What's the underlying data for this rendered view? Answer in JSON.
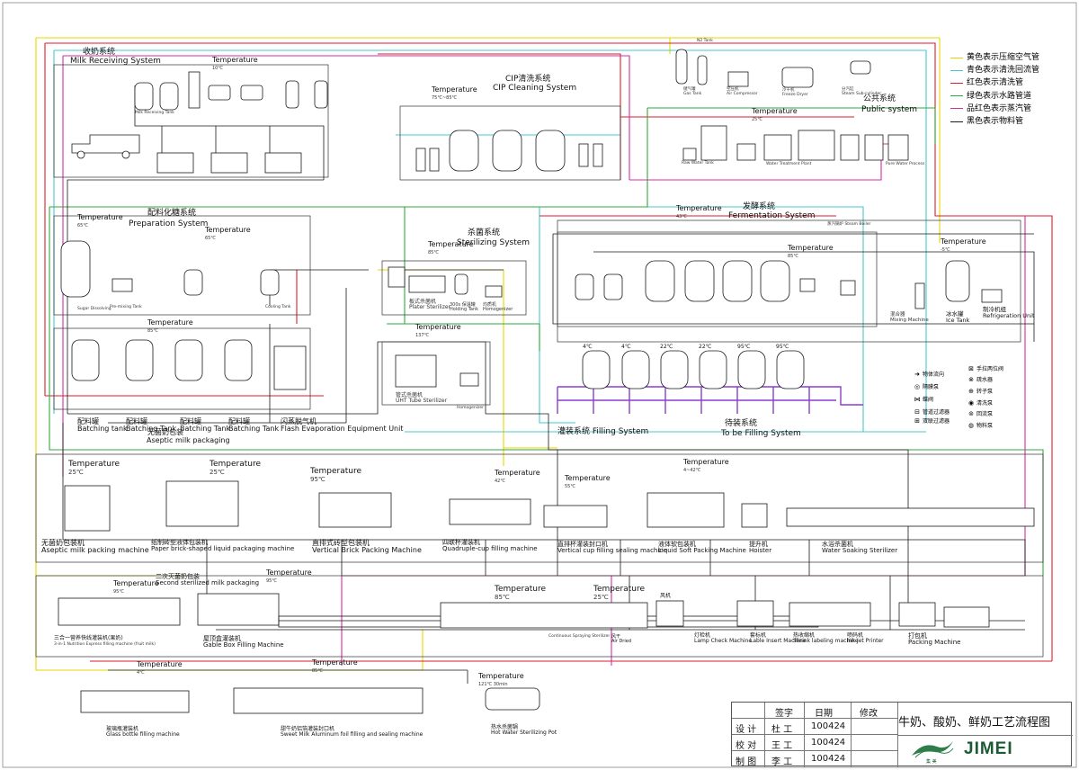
{
  "legend": {
    "items": [
      {
        "text": "黄色表示压缩空气管",
        "color": "#e8d400"
      },
      {
        "text": "青色表示清洗回流管",
        "color": "#46c8d0"
      },
      {
        "text": "红色表示清洗管",
        "color": "#d81e2a"
      },
      {
        "text": "绿色表示水路管道",
        "color": "#2faa3c"
      },
      {
        "text": "品红色表示蒸汽管",
        "color": "#d12fa0"
      },
      {
        "text": "黑色表示物料管",
        "color": "#1a1a1a"
      }
    ]
  },
  "symbols": [
    {
      "text": "物体流向",
      "icon": "flow-arrow"
    },
    {
      "text": "手拉两位阀",
      "icon": "two-position-valve"
    },
    {
      "text": "隔膜泵",
      "icon": "diaphragm-pump"
    },
    {
      "text": "疏水器",
      "icon": "steam-trap"
    },
    {
      "text": "蝶阀",
      "icon": "butterfly-valve"
    },
    {
      "text": "转子泵",
      "icon": "rotor-pump"
    },
    {
      "text": "管道过滤器",
      "icon": "pipe-filter"
    },
    {
      "text": "清洗泵",
      "icon": "cleaning-pump"
    },
    {
      "text": "双联过滤器",
      "icon": "duplex-filter"
    },
    {
      "text": "回流泵",
      "icon": "return-pump"
    },
    {
      "text": "物料泵",
      "icon": "material-pump"
    }
  ],
  "systems": {
    "milk_receiving": {
      "cn": "收奶系统",
      "en": "Milk Receiving System"
    },
    "cip": {
      "cn": "CIP清洗系统",
      "en": "CIP Cleaning System"
    },
    "public": {
      "cn": "公共系统",
      "en": "Public system"
    },
    "fermentation": {
      "cn": "发酵系统",
      "en": "Fermentation System"
    },
    "preparation": {
      "cn": "配料化糖系统",
      "en": "Preparation System"
    },
    "sterilizing": {
      "cn": "杀菌系统",
      "en": "Sterilizing System"
    },
    "filling": {
      "cn": "灌装系统",
      "en": "Filling System"
    },
    "to_be_filling": {
      "cn": "待装系统",
      "en": "To be Filling System"
    },
    "aseptic_pkg": {
      "cn": "无菌奶包装",
      "en": "Aseptic milk packaging"
    }
  },
  "temps": {
    "label": "Temperature",
    "milk": "10℃",
    "cip": "75℃~85℃",
    "public": "25℃",
    "ferm": "43℃",
    "ferm2": "85℃",
    "ice": "-5℃",
    "prep1": "65℃",
    "prep2": "65℃",
    "prep3": "85℃",
    "steril": "85℃",
    "uht": "137℃",
    "aseptic": "25℃",
    "paper": "25℃",
    "brick": "95℃",
    "quad": "42℃",
    "vcup": "55℃",
    "liquid": "4~42℃",
    "second": "95℃",
    "gable": "95℃",
    "bottle_a": "85℃",
    "bottle_b": "25℃",
    "glass": "4℃",
    "sweet": "85℃",
    "hotwater": "121℃ 30min"
  },
  "tank_temps": [
    "4℃",
    "4℃",
    "22℃",
    "22℃",
    "95℃",
    "95℃"
  ],
  "labels": {
    "batching_tank_cn": "配料罐",
    "batching_tank_en": "Batching tank",
    "batching_tank_en2": "Batching Tank",
    "flash_cn": "闪蒸脱气机",
    "flash_en": "Flash Evaporation Equipment Unit",
    "plate_cn": "板式杀菌机",
    "plate_en": "Plater Sterilizer",
    "holding_cn": "300s 保温罐",
    "holding_en": "Holding Tank",
    "homo_cn": "均质机",
    "homo_en": "Homogenizer",
    "uht_cn": "管式杀菌机",
    "uht_en": "UHT Tube Sterilizer",
    "homo2_en": "Homogenizer",
    "mixing_en": "Mixing Machine",
    "mixing_cn": "混合器",
    "ice_cn": "冰水罐",
    "ice_en": "Ice Tank",
    "refrig_cn": "制冷机组",
    "refrig_en": "Refrigeration Unit",
    "aseptic_machine_cn": "无菌奶包装机",
    "aseptic_machine_en": "Aseptic milk packing machine",
    "paper_cn": "纸制砖型液体包装机",
    "paper_en": "Paper brick-shaped liquid packaging machine",
    "brick_cn": "直排式砖型包装机",
    "brick_en": "Vertical Brick Packing Machine",
    "quad_cn": "四联杯灌装机",
    "quad_en": "Quadruple-cup filling machine",
    "vcup_cn": "直排杯灌装封口机",
    "vcup_en": "Vertical cup filling sealing machine",
    "liquid_cn": "液体软包装机",
    "liquid_en": "Liquid Soft Packing Machine",
    "hoister_cn": "提升机",
    "hoister_en": "Hoister",
    "water_cn": "水浴杀菌机",
    "water_en": "Water Soaking Sterilizer",
    "second_cn": "二次灭菌奶包装",
    "second_en": "Second sterilized milk packaging",
    "three_cn": "三合一营养快线灌装机(果奶)",
    "three_en": "3-in-1 Nutrition Express filling machine (fruit milk)",
    "gable_cn": "屋顶盒灌装机",
    "gable_en": "Gable Box Filling Machine",
    "steril_tunnel_en": "Continuous Spraying Sterilizer",
    "air_cn": "风干",
    "air_en": "Air Dried",
    "fan_cn": "风机",
    "lamp_cn": "灯检机",
    "lamp_en": "Lamp Check Machine",
    "labeler_cn": "套标机",
    "labeler_en": "Lable Insert Machine",
    "shrink_cn": "热收缩机",
    "shrink_en": "Shrink labeling machine",
    "inkjet_cn": "喷码机",
    "inkjet_en": "Ink Jet Printer",
    "packing_cn": "打包机",
    "packing_en": "Packing Machine",
    "glass_cn": "玻璃瓶灌装机",
    "glass_en": "Glass bottle filling machine",
    "sweet_cn": "甜牛奶铝箔灌装封口机",
    "sweet_en": "Sweet Milk Aluminum foil filling and sealing machine",
    "hotwater_cn": "热水杀菌锅",
    "hotwater_en": "Hot Water Sterilizing Pot",
    "boiler_cn": "蒸汽锅炉",
    "boiler_en": "Steam Boiler",
    "pure_water_en": "Pure Water Process",
    "water_treat_en": "Water Treatment Plant",
    "airtank_cn": "储气罐",
    "airtank_en": "Gas Tank",
    "compressor_cn": "空压机",
    "compressor_en": "Air Compressor",
    "dryer_cn": "冷干机",
    "dryer_en": "Freeze Dryer",
    "subcyl_cn": "分汽缸",
    "subcyl_en": "Steam Sub-cylinder",
    "nitrogen_en": "N2 Tank",
    "raw_tank_en": "Raw Water Tank",
    "milk_tank_en": "Milk Receiving Tank",
    "pre_mix_en": "Pre-mixing Tank",
    "sugar_en": "Sugar Dissolving",
    "cooling_en": "Cooling Tank"
  },
  "table": {
    "header": [
      "签字",
      "日期",
      "修改"
    ],
    "rows": [
      {
        "role": "设 计",
        "name": "杜 工",
        "date": "100424"
      },
      {
        "role": "校 对",
        "name": "王 工",
        "date": "100424"
      },
      {
        "role": "制 图",
        "name": "李 工",
        "date": "100424"
      }
    ]
  },
  "drawing_title": "牛奶、酸奶、鲜奶工艺流程图",
  "brand": "JIMEI",
  "brand_cn": "集 美"
}
